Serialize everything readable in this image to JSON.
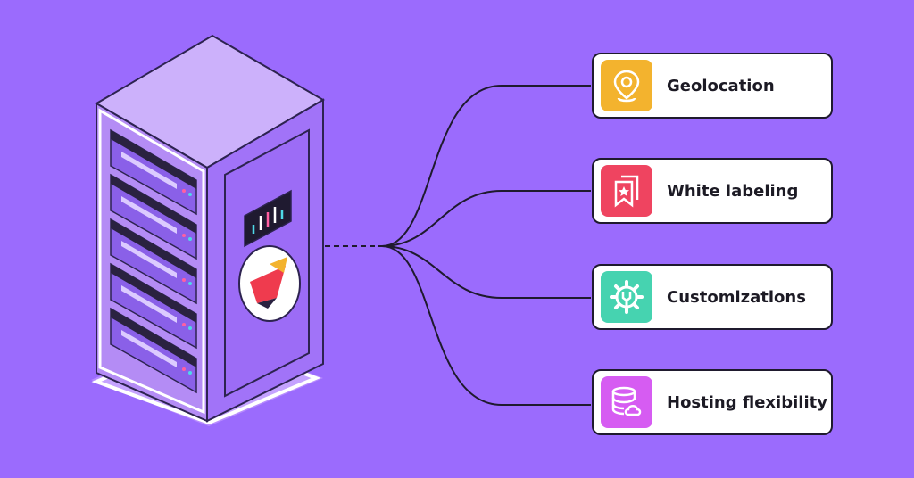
{
  "background_color": "#9b6bfd",
  "features": [
    {
      "label": "Geolocation",
      "icon": "location-pin-icon",
      "color": "#f3b32e"
    },
    {
      "label": "White labeling",
      "icon": "bookmark-star-icon",
      "color": "#ef4460"
    },
    {
      "label": "Customizations",
      "icon": "gear-wrench-icon",
      "color": "#46d3b0"
    },
    {
      "label": "Hosting flexibility",
      "icon": "database-cloud-icon",
      "color": "#d65cf2"
    }
  ]
}
